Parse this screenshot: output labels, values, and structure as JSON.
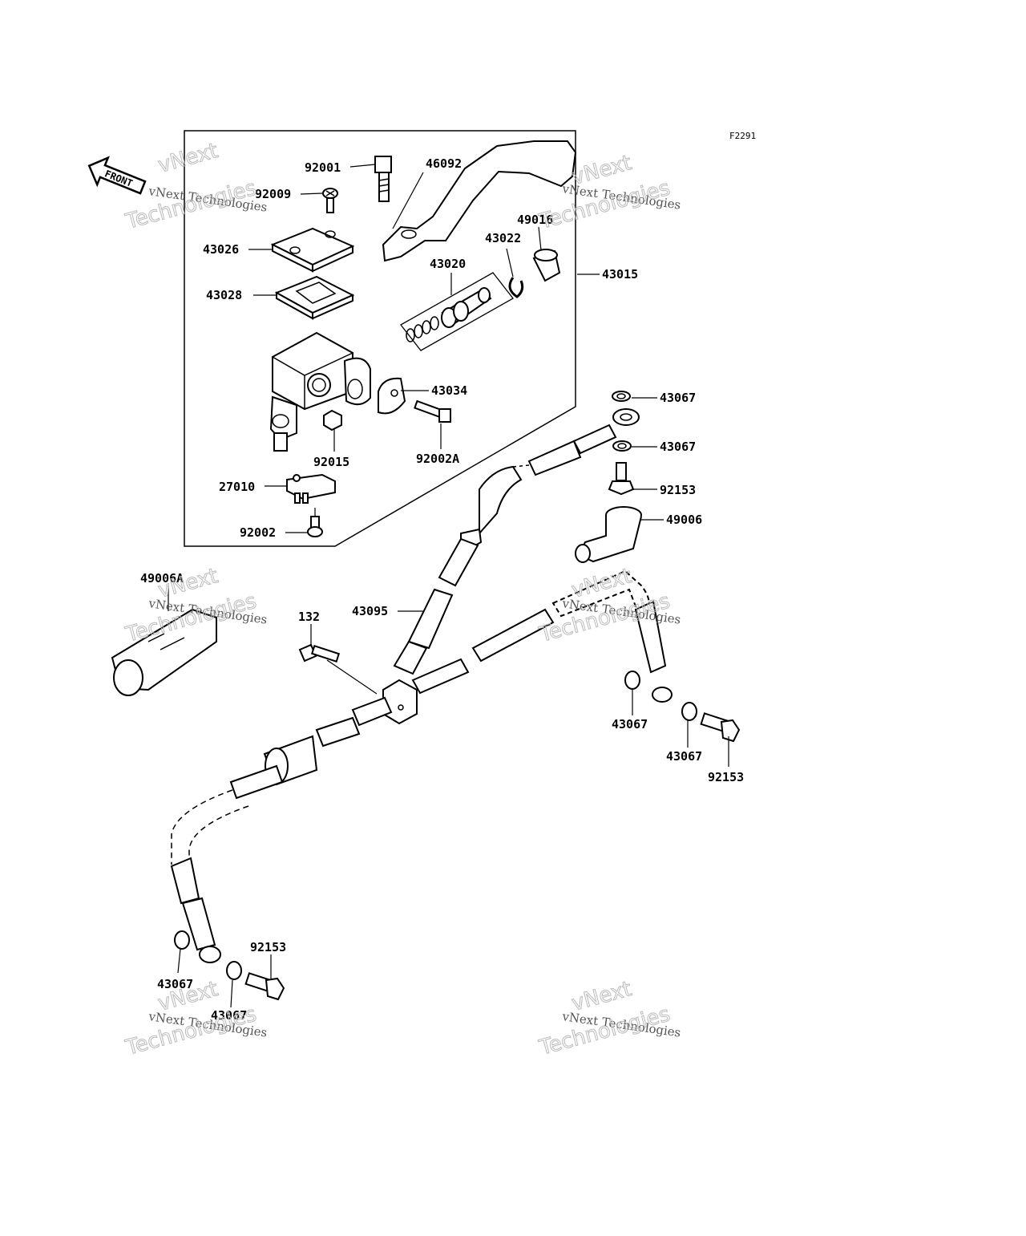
{
  "diagram": {
    "figure_code": "F2291",
    "front_label": "FRONT",
    "part_numbers": {
      "p92001": "92001",
      "p46092": "46092",
      "p92009": "92009",
      "p43026": "43026",
      "p49016": "49016",
      "p43022": "43022",
      "p43020": "43020",
      "p43015": "43015",
      "p43028": "43028",
      "p43034": "43034",
      "p92015": "92015",
      "p92002A": "92002A",
      "p27010": "27010",
      "p92002": "92002",
      "p43067_a": "43067",
      "p43067_b": "43067",
      "p92153_a": "92153",
      "p49006": "49006",
      "p49006A": "49006A",
      "p132": "132",
      "p43095": "43095",
      "p43067_c": "43067",
      "p43067_d": "43067",
      "p92153_b": "92153",
      "p92153_c": "92153",
      "p43067_e": "43067",
      "p43067_f": "43067"
    }
  },
  "watermark": {
    "line1": "vNext",
    "line2": "vNext Technologies",
    "line3": "Technologies"
  }
}
